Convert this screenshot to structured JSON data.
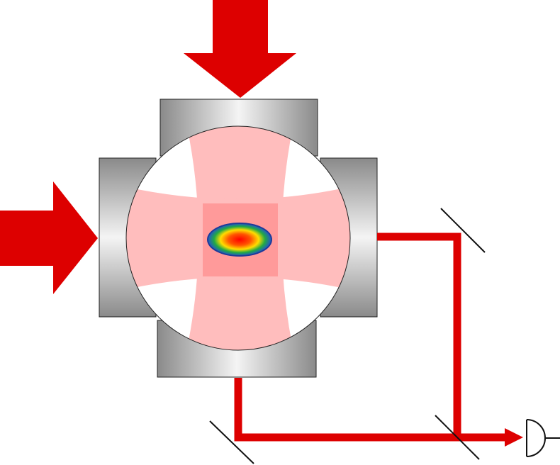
{
  "diagram": {
    "components": [
      {
        "id": "pump-beam-top",
        "kind": "input arrow"
      },
      {
        "id": "pump-beam-left",
        "kind": "input arrow"
      },
      {
        "id": "cavity-mirror-top",
        "kind": "mirror"
      },
      {
        "id": "cavity-mirror-bottom",
        "kind": "mirror"
      },
      {
        "id": "cavity-mirror-left",
        "kind": "mirror"
      },
      {
        "id": "cavity-mirror-right",
        "kind": "mirror"
      },
      {
        "id": "cavity-modes",
        "kind": "crossed cavity modes"
      },
      {
        "id": "atom-cloud",
        "kind": "atom cloud"
      },
      {
        "id": "steering-mirror-right",
        "kind": "plane mirror"
      },
      {
        "id": "steering-mirror-bottom",
        "kind": "plane mirror"
      },
      {
        "id": "beam-splitter",
        "kind": "beam splitter"
      },
      {
        "id": "detector",
        "kind": "photodetector"
      }
    ],
    "colors": {
      "beam": "#dd0000",
      "mode_light": "#ffbdbd",
      "mode_overlap": "#ff9a9a",
      "mirror_dark": "#8a8a8a",
      "mirror_light": "#f4f4f4",
      "cloud": [
        "#ff0000",
        "#ffdd00",
        "#22aa44",
        "#2255cc"
      ]
    }
  }
}
